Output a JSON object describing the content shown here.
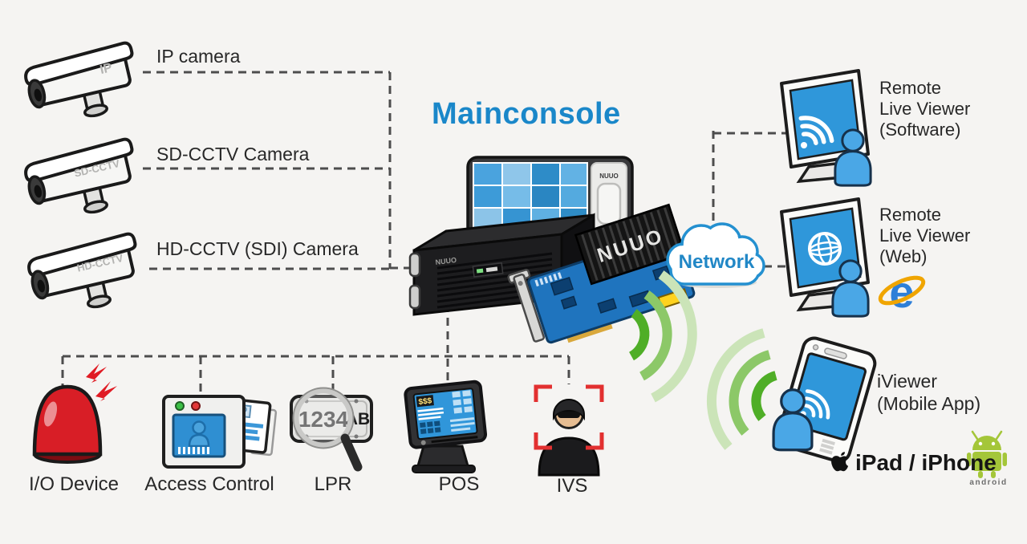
{
  "title": "Mainconsole",
  "brand": "NUUO",
  "cameras": [
    {
      "label": "IP camera",
      "body_text": "IP"
    },
    {
      "label": "SD-CCTV Camera",
      "body_text": "SD-CCTV"
    },
    {
      "label": "HD-CCTV (SDI) Camera",
      "body_text": "HD-CCTV"
    }
  ],
  "network": {
    "label": "Network"
  },
  "viewers": [
    {
      "label": "Remote\nLive Viewer\n(Software)"
    },
    {
      "label": "Remote\nLive Viewer\n(Web)"
    }
  ],
  "mobile": {
    "label": "iViewer\n(Mobile App)",
    "platforms_label": "iPad / iPhone",
    "android_label": "android"
  },
  "devices": [
    {
      "label": "I/O Device"
    },
    {
      "label": "Access Control"
    },
    {
      "label": "LPR",
      "plate_number": "1234",
      "plate_letters": "AB"
    },
    {
      "label": "POS",
      "screen_text": "$$$"
    },
    {
      "label": "IVS"
    }
  ],
  "colors": {
    "background": "#f5f4f2",
    "accent_blue": "#1a87c9",
    "network_blue": "#2187c6",
    "screen_blue": "#2f97da",
    "connector_gray": "#4d4d4d",
    "signal_green_dark": "#4fae27",
    "signal_green_mid": "#8cc868",
    "signal_green_light": "#cbe4b8",
    "alarm_red": "#d81e26",
    "ivs_frame_red": "#e23030",
    "android_green": "#a4c639"
  }
}
